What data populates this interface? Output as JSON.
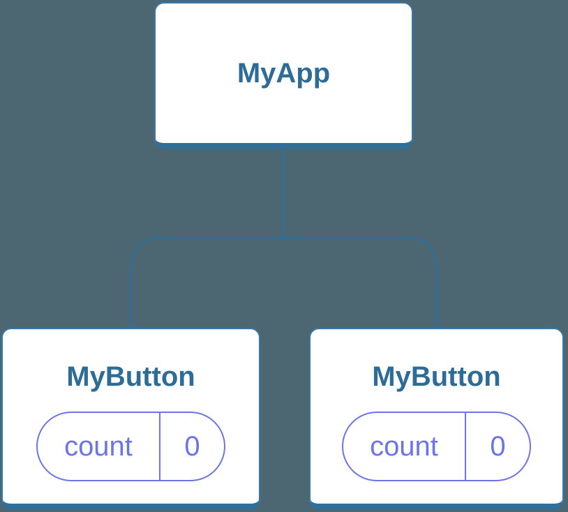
{
  "diagram": {
    "background": "#4d6772",
    "colors": {
      "node_fill": "#ffffff",
      "node_border": "#3779aa",
      "node_border_bottom": "#2d6f9d",
      "title_text": "#2c6c97",
      "connector": "#2e6f9e",
      "state_accent": "#6b74e8"
    },
    "root": {
      "label": "MyApp"
    },
    "children": [
      {
        "label": "MyButton",
        "state": {
          "key": "count",
          "value": "0"
        }
      },
      {
        "label": "MyButton",
        "state": {
          "key": "count",
          "value": "0"
        }
      }
    ]
  }
}
